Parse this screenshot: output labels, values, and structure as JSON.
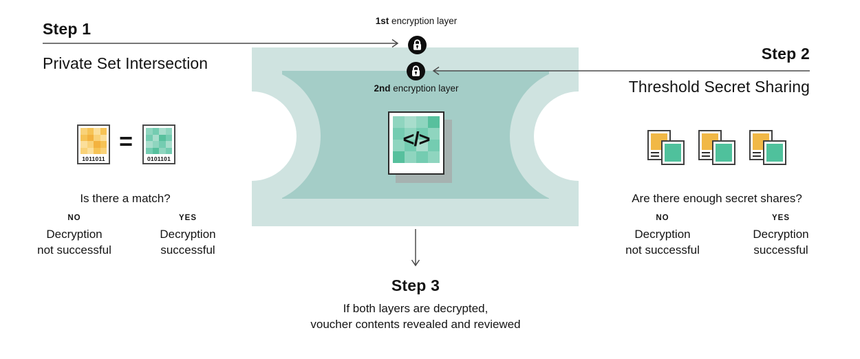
{
  "palette": {
    "ticket_outer": "#cfe3e0",
    "ticket_inner": "#a4cdc7",
    "teal_accent": "#57c09d",
    "orange_accent": "#f3b23f",
    "lock_background": "#0e0e0e",
    "card_shadow": "#a6b2b0",
    "text": "#141414",
    "arrow": "#4a4a4a"
  },
  "center": {
    "layer1": {
      "bold": "1st",
      "rest": " encryption layer"
    },
    "layer2": {
      "bold": "2nd",
      "rest": " encryption layer"
    },
    "code_glyph": "</>"
  },
  "step1": {
    "title": "Step 1",
    "subtitle": "Private Set Intersection",
    "left_card_label": "1011011",
    "equals": "=",
    "right_card_label": "0101101",
    "question": "Is there a match?",
    "no_label": "NO",
    "no_line1": "Decryption",
    "no_line2": "not successful",
    "yes_label": "YES",
    "yes_line1": "Decryption",
    "yes_line2": "successful"
  },
  "step2": {
    "title": "Step 2",
    "subtitle": "Threshold Secret Sharing",
    "question": "Are there enough secret shares?",
    "no_label": "NO",
    "no_line1": "Decryption",
    "no_line2": "not successful",
    "yes_label": "YES",
    "yes_line1": "Decryption",
    "yes_line2": "successful"
  },
  "step3": {
    "title": "Step 3",
    "line1": "If both layers are decrypted,",
    "line2": "voucher contents revealed and reviewed"
  }
}
